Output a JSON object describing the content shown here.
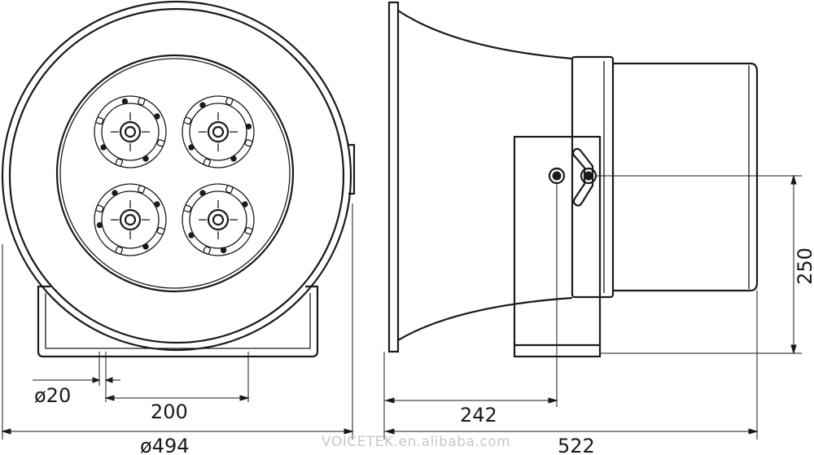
{
  "front_view": {
    "dia_outer": "ø494",
    "mount_spacing": "200",
    "hole_dia": "ø20"
  },
  "side_view": {
    "depth_to_bracket": "242",
    "total_length": "522",
    "height_dim": "250"
  },
  "watermark": "VOICETEK.en.alibaba.com",
  "colors": {
    "line": "#1a1a1a",
    "watermark": "#c8c8c8",
    "background": "#ffffff"
  }
}
